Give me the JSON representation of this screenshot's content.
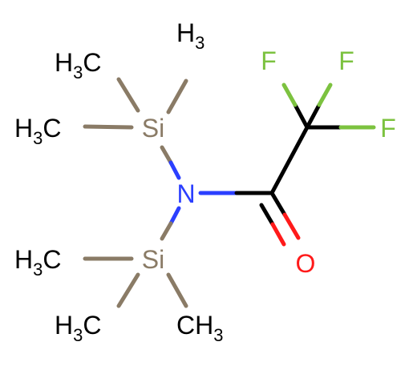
{
  "colors": {
    "carbon": "#000000",
    "silicon": "#8a7b66",
    "nitrogen": "#2b3fff",
    "oxygen": "#ff1a1a",
    "fluorine": "#7cc23f",
    "background": "#ffffff"
  },
  "atoms": {
    "si_top": "Si",
    "si_bottom": "Si",
    "n": "N",
    "o": "O",
    "f_left": "F",
    "f_top": "F",
    "f_right": "F",
    "me_h": "H",
    "me_sub": "3"
  }
}
